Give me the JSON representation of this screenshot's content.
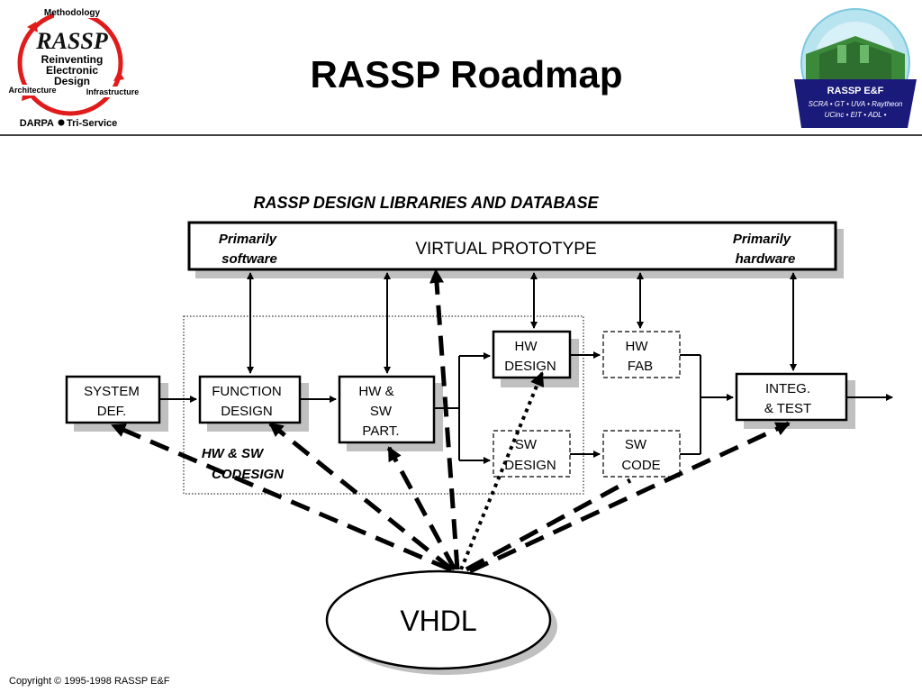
{
  "header": {
    "title": "RASSP Roadmap",
    "logo_left": {
      "methodology": "Methodology",
      "name": "RASSP",
      "line1": "Reinventing",
      "line2": "Electronic",
      "line3": "Design",
      "architecture": "Architecture",
      "infrastructure": "Infrastructure",
      "sponsor_a": "DARPA",
      "sponsor_b": "Tri-Service"
    },
    "logo_right": {
      "name": "RASSP E&F",
      "members1": "SCRA • GT • UVA • Raytheon",
      "members2": "UCinc • EIT • ADL •"
    }
  },
  "diagram": {
    "libraries_title": "RASSP DESIGN LIBRARIES AND DATABASE",
    "virtual_prototype": {
      "label": "VIRTUAL PROTOTYPE",
      "left_note_1": "Primarily",
      "left_note_2": "software",
      "right_note_1": "Primarily",
      "right_note_2": "hardware"
    },
    "system_def": [
      "SYSTEM",
      "DEF."
    ],
    "function_design": [
      "FUNCTION",
      "DESIGN"
    ],
    "hw_sw_part": [
      "HW &",
      "SW",
      "PART."
    ],
    "hw_design": [
      "HW",
      "DESIGN"
    ],
    "sw_design": [
      "SW",
      "DESIGN"
    ],
    "hw_fab": [
      "HW",
      "FAB"
    ],
    "sw_code": [
      "SW",
      "CODE"
    ],
    "integ_test": [
      "INTEG.",
      "& TEST"
    ],
    "codesign": [
      "HW & SW",
      "CODESIGN"
    ],
    "vhdl": "VHDL"
  },
  "footer": {
    "copyright": "Copyright © 1995-1998 RASSP E&F"
  },
  "colors": {
    "shadow": "#c0c0c0",
    "line": "#000000",
    "logo_red": "#e01b1b",
    "logo_navy": "#1a1a7a"
  }
}
